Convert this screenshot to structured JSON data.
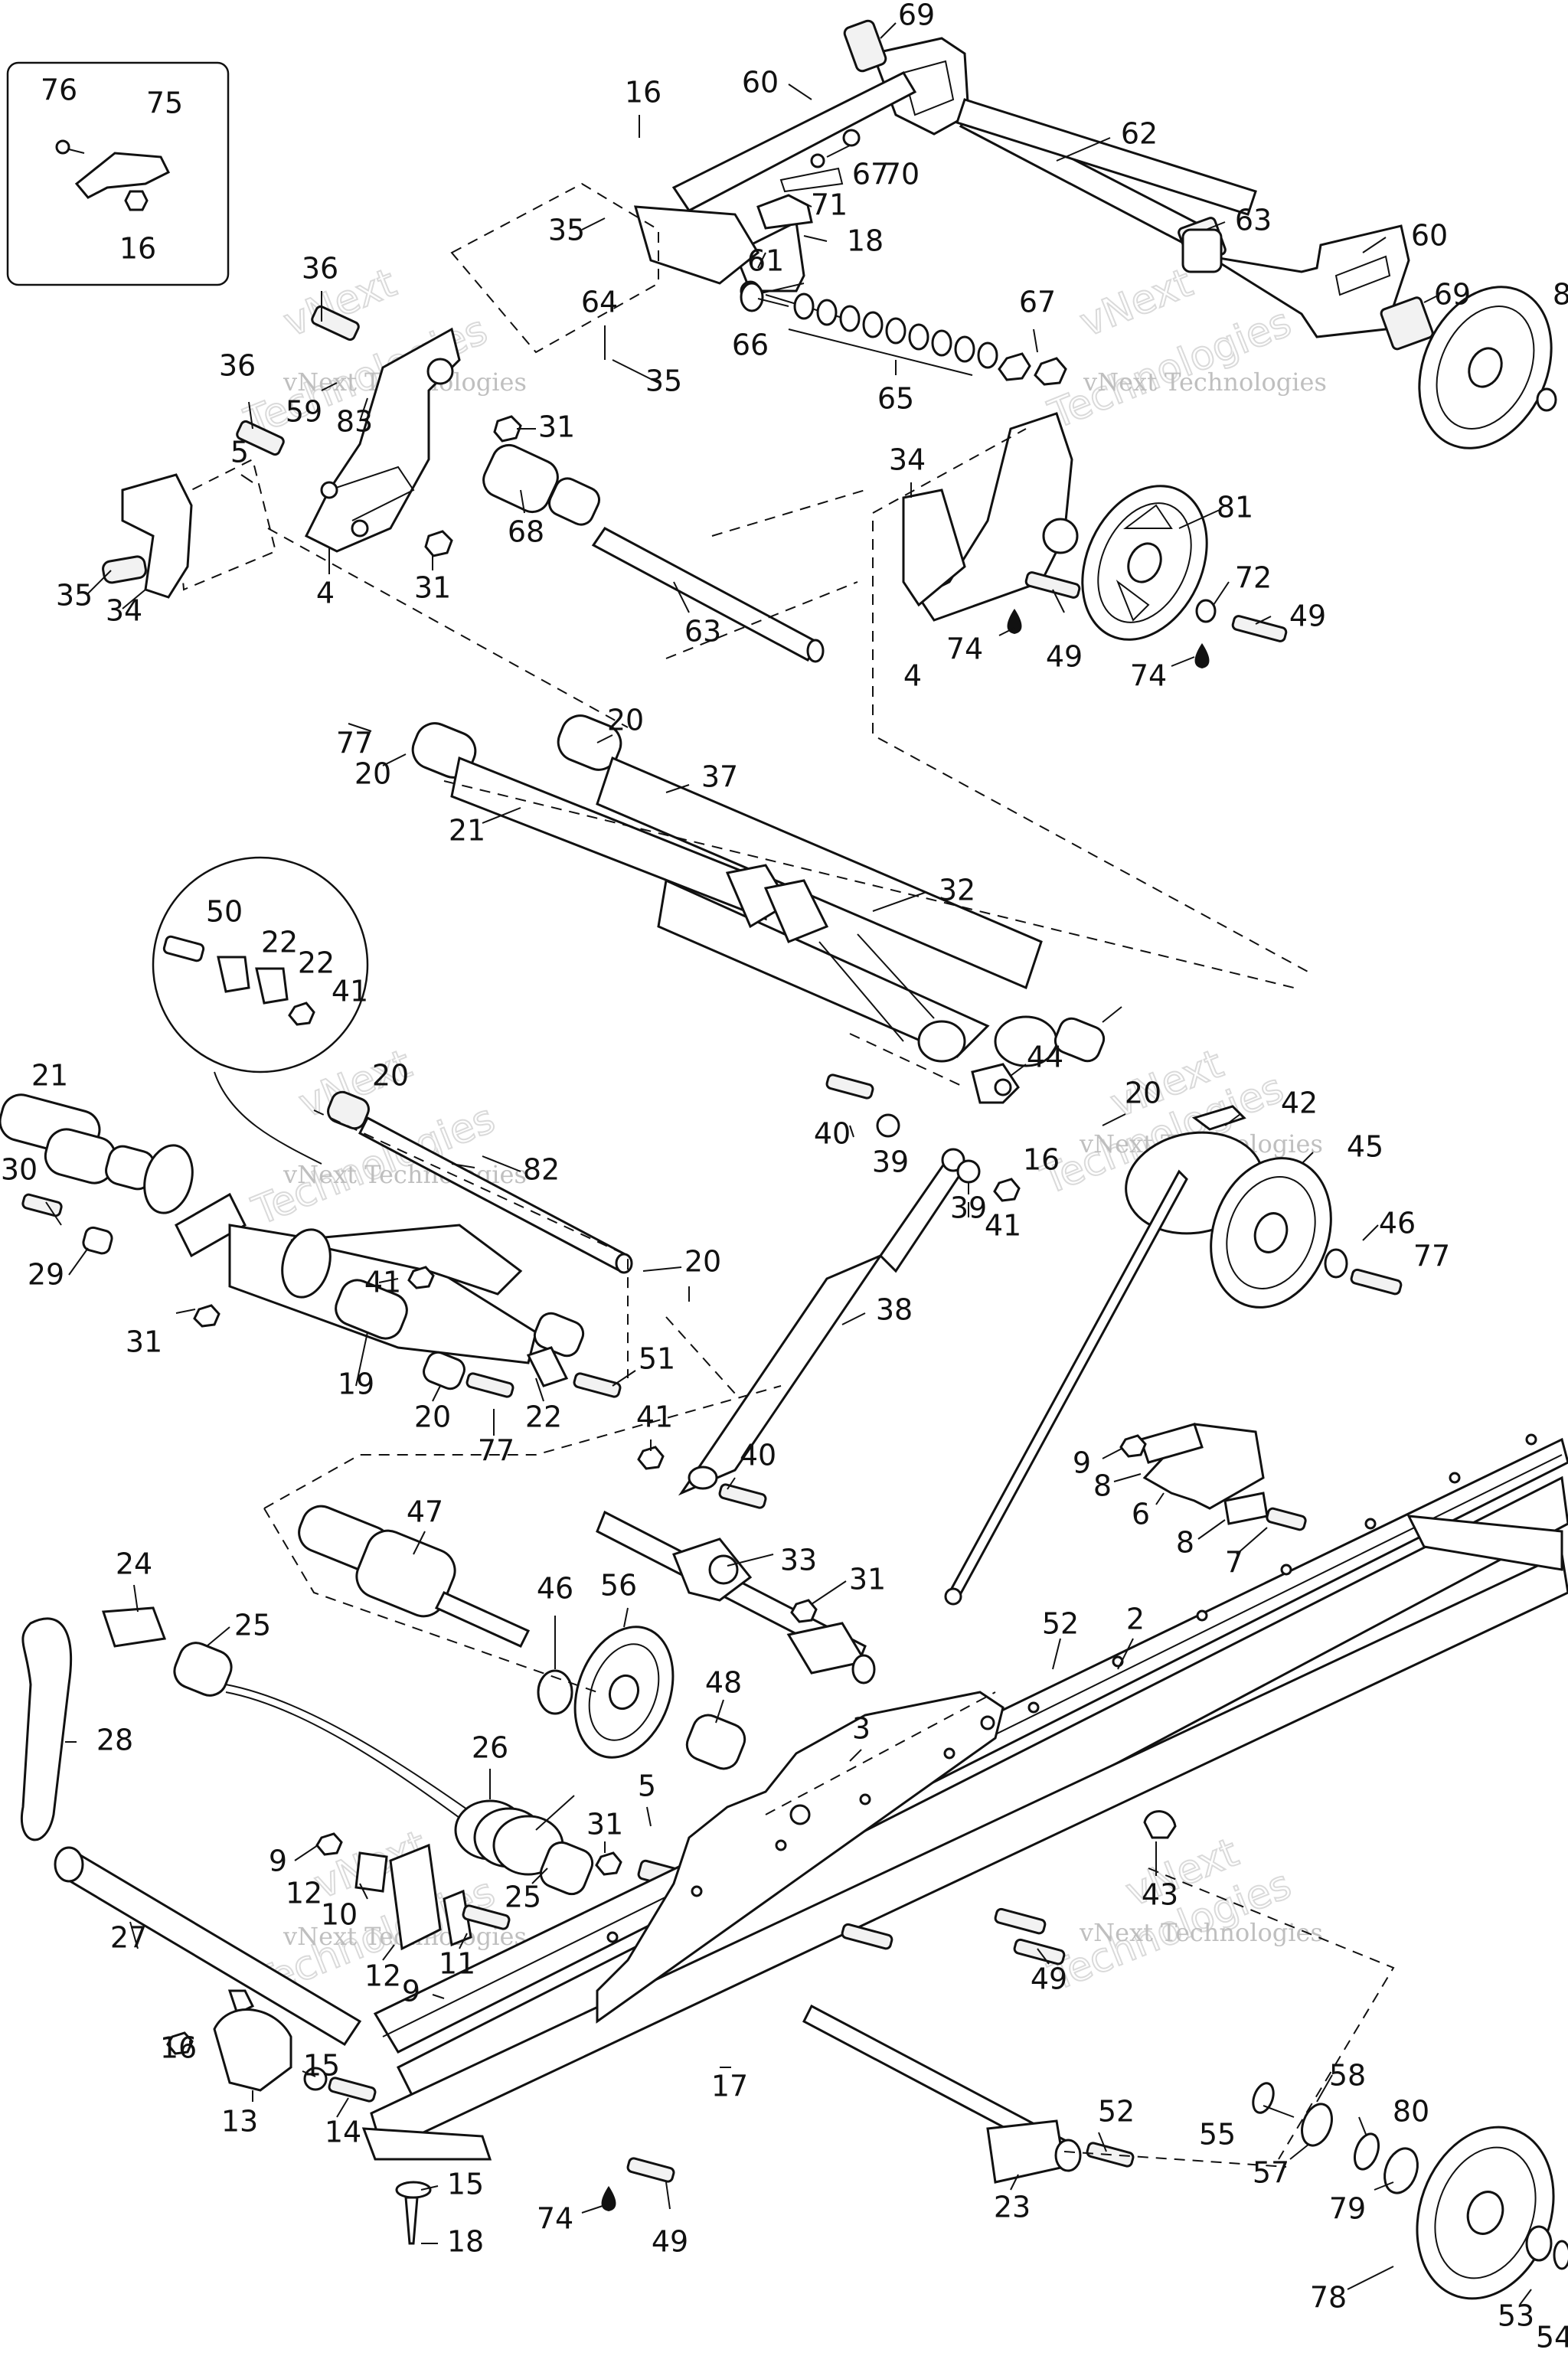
{
  "diagram": {
    "watermark_lines": [
      "vNext Technologies",
      "vNext",
      "Technologies"
    ],
    "colors": {
      "line": "#111111",
      "background": "#ffffff",
      "watermark": "#8c8c8c"
    },
    "callouts": [
      "69",
      "60",
      "62",
      "63",
      "60",
      "69",
      "8",
      "76",
      "75",
      "16",
      "16",
      "35",
      "71",
      "67",
      "70",
      "18",
      "61",
      "66",
      "65",
      "67",
      "36",
      "64",
      "35",
      "59",
      "83",
      "36",
      "31",
      "5",
      "68",
      "34",
      "81",
      "72",
      "49",
      "74",
      "49",
      "74",
      "4",
      "31",
      "63",
      "35",
      "34",
      "4",
      "77",
      "20",
      "20",
      "37",
      "21",
      "32",
      "50",
      "22",
      "22",
      "41",
      "20",
      "21",
      "44",
      "20",
      "42",
      "45",
      "82",
      "40",
      "39",
      "16",
      "39",
      "41",
      "46",
      "77",
      "30",
      "29",
      "20",
      "41",
      "31",
      "19",
      "20",
      "77",
      "22",
      "51",
      "38",
      "41",
      "40",
      "9",
      "8",
      "6",
      "8",
      "7",
      "47",
      "33",
      "31",
      "24",
      "25",
      "46",
      "56",
      "48",
      "52",
      "2",
      "28",
      "26",
      "3",
      "5",
      "9",
      "12",
      "10",
      "12",
      "11",
      "31",
      "25",
      "43",
      "27",
      "9",
      "49",
      "16",
      "15",
      "13",
      "14",
      "17",
      "52",
      "58",
      "55",
      "80",
      "57",
      "79",
      "15",
      "74",
      "49",
      "18",
      "23",
      "78",
      "53",
      "54"
    ]
  }
}
